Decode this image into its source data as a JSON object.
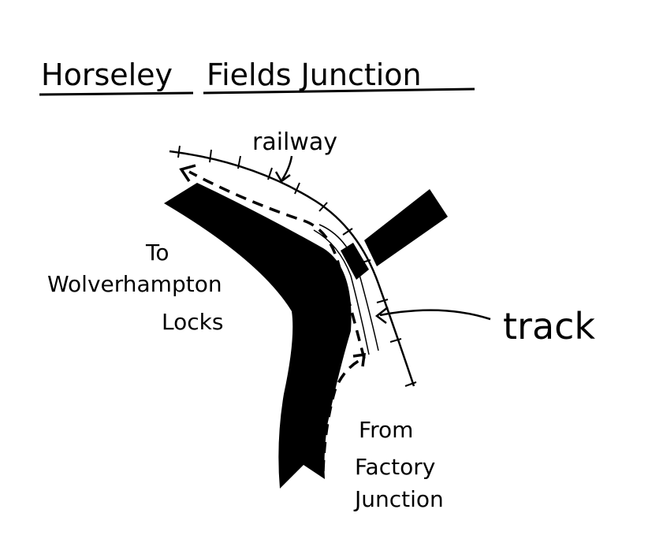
{
  "title": {
    "word1": "Horseley",
    "word2": "Fields Junction"
  },
  "labels": {
    "railway": "railway",
    "track": "track",
    "to_line1": "To",
    "to_line2": "Wolverhampton",
    "to_line3": "Locks",
    "from_line1": "From",
    "from_line2": "Factory",
    "from_line3": "Junction"
  },
  "colors": {
    "ink": "#000000",
    "paper": "#ffffff"
  }
}
